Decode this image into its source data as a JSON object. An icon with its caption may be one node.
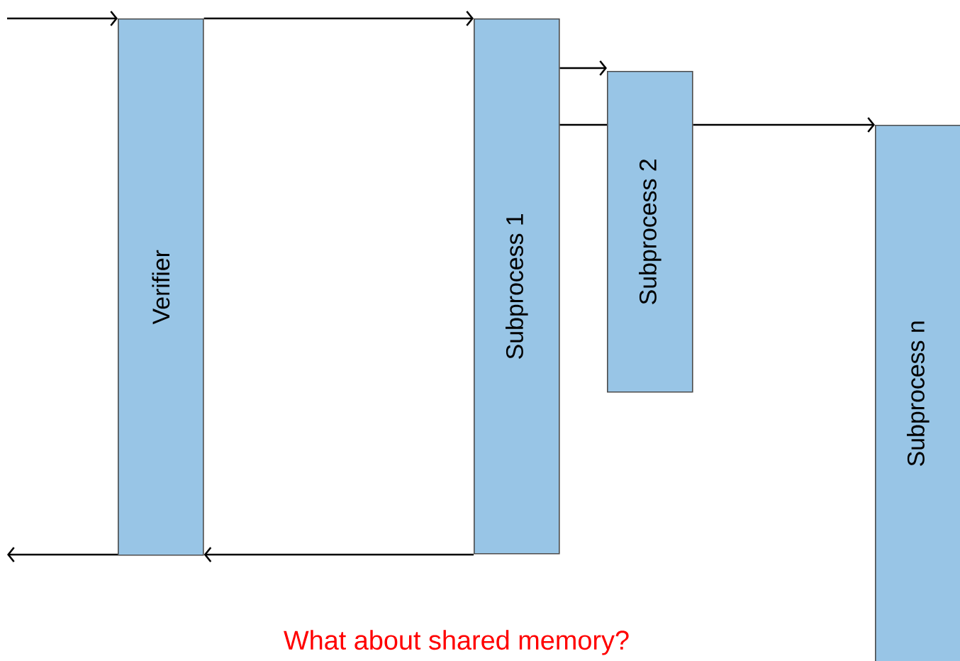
{
  "diagram": {
    "nodes": [
      {
        "text": [
          "Verifier"
        ]
      },
      {
        "text": [
          "Subprocess 1"
        ]
      },
      {
        "text": [
          "Subprocess 2"
        ]
      },
      {
        "text": [
          "Subprocess n"
        ]
      }
    ],
    "edges": [
      {
        "from": null,
        "to": 0,
        "arrow": "to"
      },
      {
        "from": 0,
        "to": 1,
        "arrow": "to"
      },
      {
        "from": 1,
        "to": 2,
        "arrow": "to"
      },
      {
        "from": 1,
        "to": 2,
        "arrow": "none"
      },
      {
        "from": 2,
        "to": 3,
        "arrow": "to"
      },
      {
        "from": 1,
        "to": 0,
        "arrow": "to"
      },
      {
        "from": 0,
        "to": null,
        "arrow": "to"
      }
    ],
    "labels": [
      "What about shared memory?"
    ]
  }
}
